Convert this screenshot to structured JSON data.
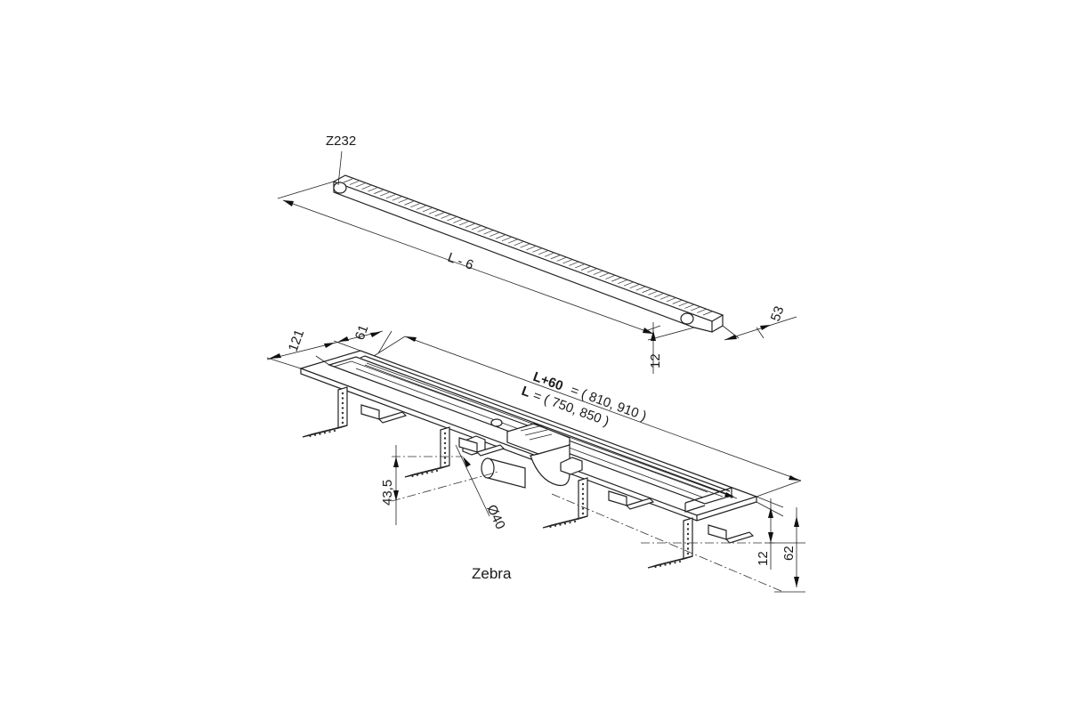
{
  "grate": {
    "code": "Z232",
    "length": "L - 6",
    "width": "53",
    "height": "12"
  },
  "channel": {
    "overall_length_label": "L+60",
    "overall_length_values": "= ( 810, 910 )",
    "length_label": "L",
    "length_values": "= ( 750, 850 )",
    "flange_width": "121",
    "channel_width": "61",
    "outlet_height": "43,5",
    "outlet_diameter": "Ø40",
    "flange_height": "12",
    "total_height": "62"
  },
  "caption": "Zebra",
  "line_color": "#222222"
}
